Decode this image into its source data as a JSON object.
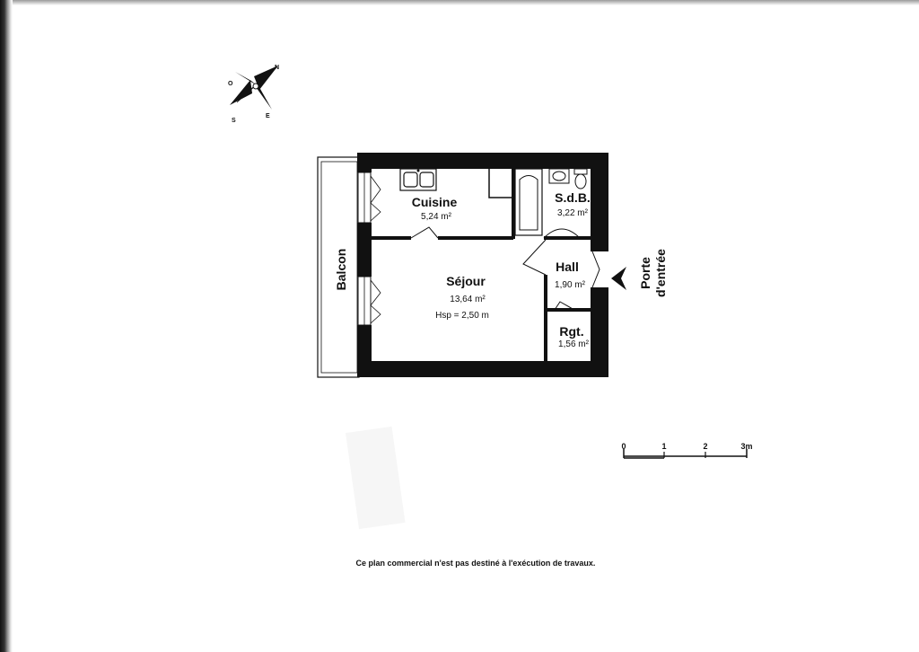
{
  "rooms": {
    "cuisine": {
      "name": "Cuisine",
      "area": "5,24 m²"
    },
    "sdb": {
      "name": "S.d.B.",
      "area": "3,22 m²"
    },
    "sejour": {
      "name": "Séjour",
      "area": "13,64 m²",
      "height": "Hsp = 2,50 m"
    },
    "hall": {
      "name": "Hall",
      "area": "1,90 m²"
    },
    "rgt": {
      "name": "Rgt.",
      "area": "1,56 m²"
    },
    "balcon": {
      "name": "Balcon"
    }
  },
  "entrance": {
    "line1": "Porte",
    "line2": "d'entrée"
  },
  "compass": {
    "n": "N",
    "o": "O",
    "s": "S",
    "e": "E"
  },
  "scale": {
    "ticks": [
      "0",
      "1",
      "2",
      "3m"
    ]
  },
  "disclaimer": "Ce plan commercial n'est pas destiné à l'exécution de travaux.",
  "colors": {
    "wall": "#111111",
    "paper": "#ffffff"
  }
}
